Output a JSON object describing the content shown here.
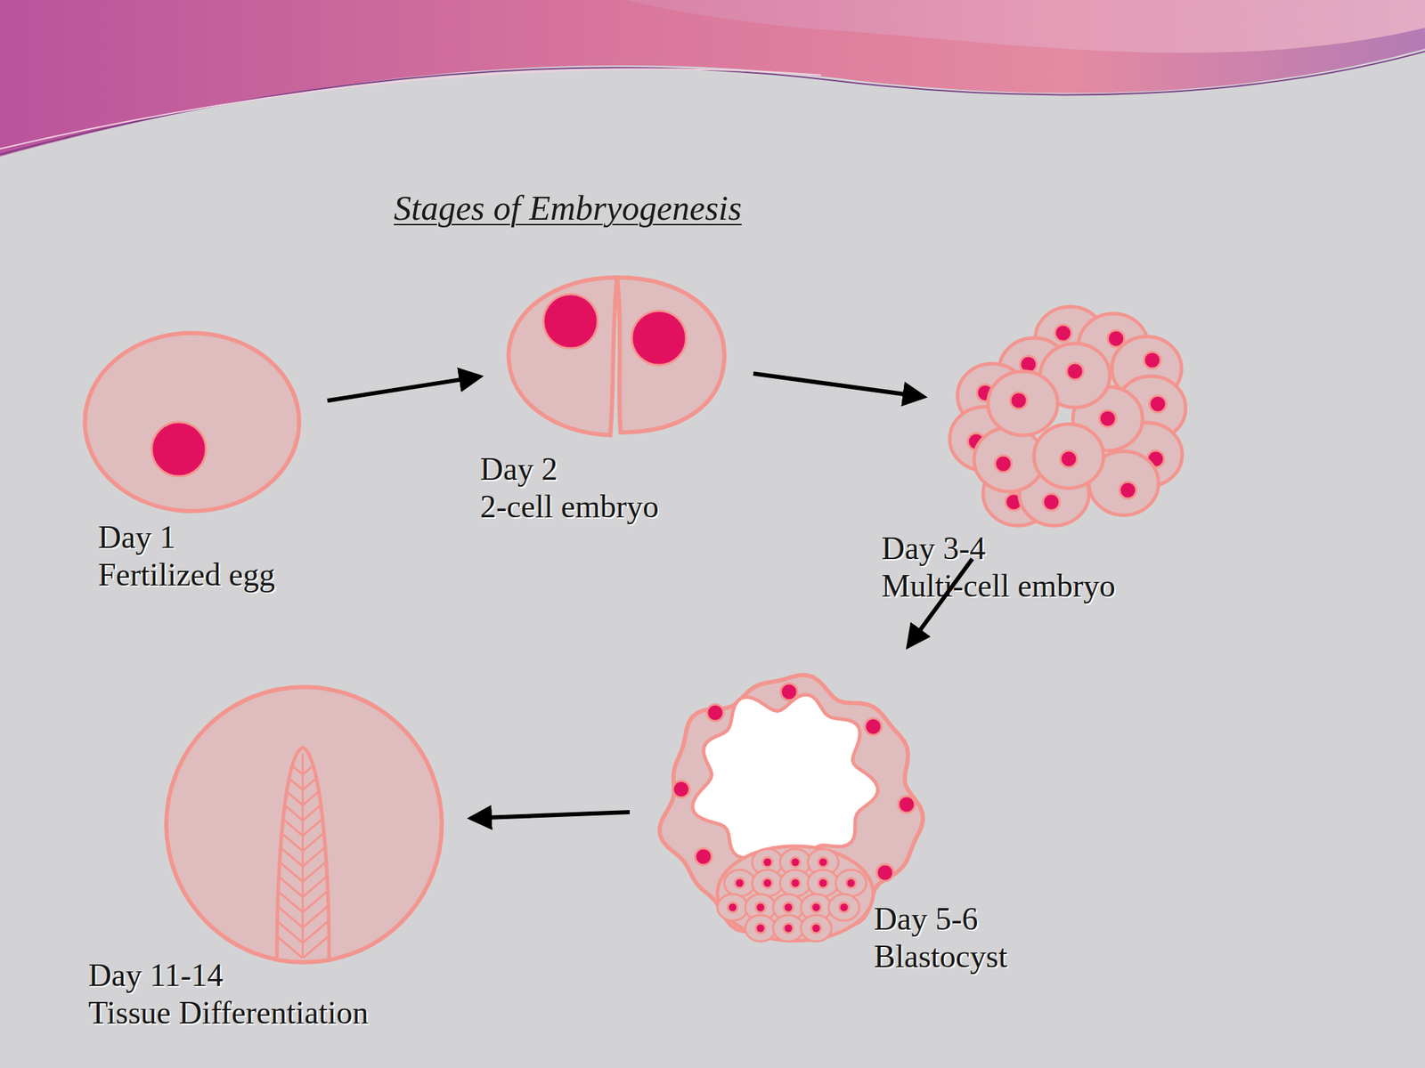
{
  "diagram": {
    "title": "Stages of Embryogenesis",
    "nodes": [
      {
        "text": [
          "Day 1",
          "Fertilized egg"
        ]
      },
      {
        "text": [
          "Day 2",
          "2-cell embryo"
        ]
      },
      {
        "text": [
          "Day 3-4",
          "Multi-cell embryo"
        ]
      },
      {
        "text": [
          "Day 5-6",
          "Blastocyst"
        ]
      },
      {
        "text": [
          "Day 11-14",
          "Tissue Differentiation"
        ]
      }
    ],
    "edges": [
      {
        "from": 0,
        "to": 1,
        "arrow": "to"
      },
      {
        "from": 1,
        "to": 2,
        "arrow": "to"
      },
      {
        "from": 2,
        "to": 3,
        "arrow": "to"
      },
      {
        "from": 3,
        "to": 4,
        "arrow": "to"
      }
    ]
  }
}
